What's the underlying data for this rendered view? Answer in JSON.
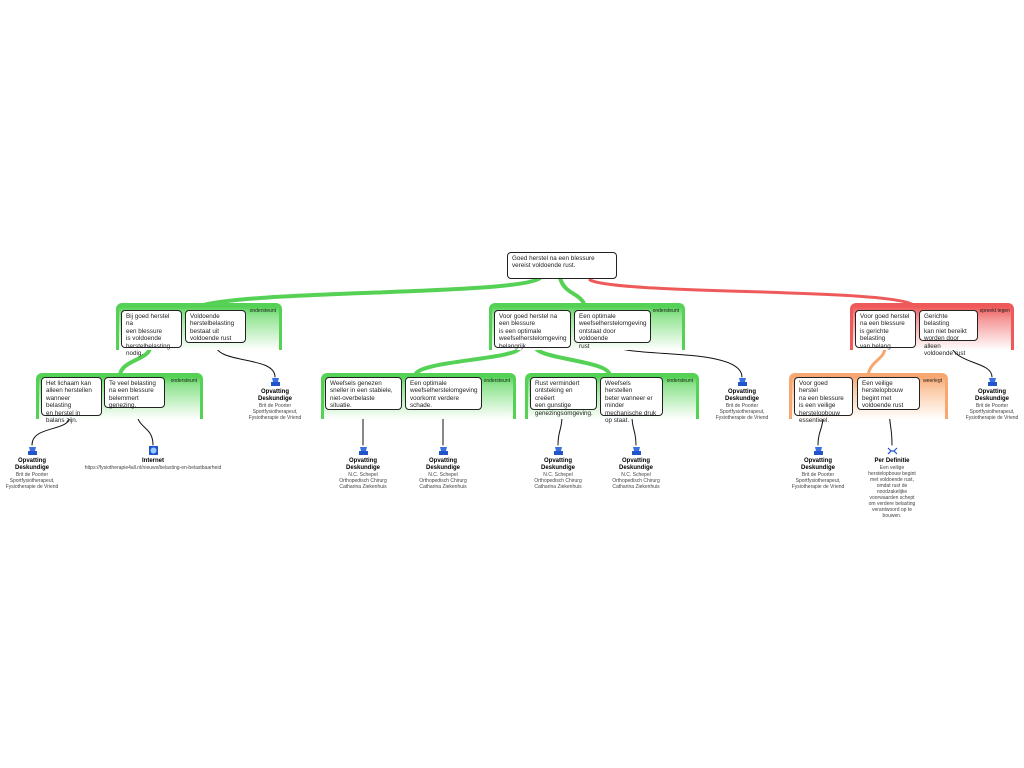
{
  "root": "Goed herstel na een blessure\nvereist voldoende rust.",
  "tags": {
    "supports": "ondersteunt",
    "opposes": "spreekt\ntegen",
    "rebuts": "weerlegt"
  },
  "nodes": {
    "a1": "Bij goed herstel na\neen blessure\nis voldoende\nherstelbelasting\nnodig.",
    "a2": "Voldoende\nherstelbelasting\nbestaat uit\nvoldoende rust",
    "b1": "Voor goed herstel na\neen blessure\nis een optimale\nweefselherstelomgeving\nbelangrijk.",
    "b2": "Een optimale\nweefselherstelomgeving\nontstaat door voldoende\nrust",
    "c1": "Voor goed herstel\nna een blessure\nis gerichte\nbelasting\nvan belang.",
    "c2": "Gerichte belasting\nkan niet bereikt\nworden door alleen\nvoldoende rust",
    "a1a": "Het lichaam kan\nalleen herstellen\nwanneer belasting\nen herstel in\nbalans zijn.",
    "a1b": "Te veel belasting\nna een blessure\nbelemmert\ngenezing.",
    "b1a": "Weefsels genezen\nsneller in een stabiele,\nniet-overbelaste\nsituatie.",
    "b1b": "Een optimale\nweefselherstelomgeving\nvoorkomt verdere\nschade.",
    "b2a": "Rust vermindert\nontsteking en creëert\neen gunstige\ngenezingsomgeving.",
    "b2b": "Weefsels herstellen\nbeter wanneer er\nminder\nmechanische druk\nop staat.",
    "c1a": "Voor goed herstel\nna een blessure\nis een veilige\nherstelopbouw\nessentieel.",
    "c1b": "Een veilige\nherstelopbouw\nbegint met\nvoldoende rust"
  },
  "sources": {
    "expert_label": "Opvatting\nDeskundige",
    "internet_label": "Internet",
    "definition_label": "Per Definitie",
    "brit": "Brit de Poorter\nSportfysiotherapeut,\nFysiotherapie de Vriend",
    "nc": "N.C. Schepel\nOrthopedisch Chirurg\nCatharina Ziekenhuis",
    "url": "https://fysiotherapie4all.nl/nieuws/belasting-en-belastbaarheid",
    "definition": "Een veilige\nherstelopbouw begint\nmet voldoende rust,\nomdat rust de\nnoodzakelijke\nvoorwaarden schept\nom verdere belasting\nverantwoord op te\nbouwen."
  },
  "colors": {
    "supports": "#55d255",
    "opposes": "#ee5a5a",
    "rebuts": "#f7a870"
  }
}
